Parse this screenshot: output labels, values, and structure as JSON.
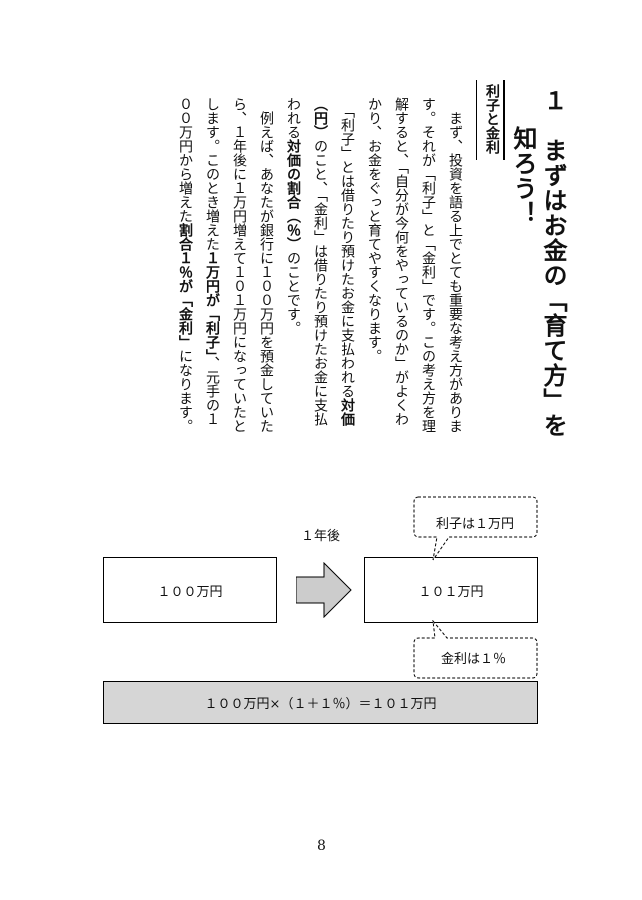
{
  "title": {
    "line1": "１　まずはお金の「育て方」を",
    "line2": "知ろう！"
  },
  "subheading": "利子と金利",
  "body_lines": [
    {
      "parts": [
        {
          "t": "　まず、投資を語る上でとても重要な考え方がありま"
        }
      ]
    },
    {
      "parts": [
        {
          "t": "す。それが「利子」と「金利」です。この考え方を理"
        }
      ]
    },
    {
      "parts": [
        {
          "t": "解すると、「自分が今何をやっているのか」がよくわ"
        }
      ]
    },
    {
      "parts": [
        {
          "t": "かり、お金をぐっと育てやすくなります。"
        }
      ]
    },
    {
      "parts": [
        {
          "t": "　「利子」とは借りたり預けたお金に支払われる"
        },
        {
          "t": "対価",
          "b": true
        }
      ]
    },
    {
      "parts": [
        {
          "t": "（円）",
          "b": true
        },
        {
          "t": "のこと、「金利」は借りたり預けたお金に支払"
        }
      ]
    },
    {
      "parts": [
        {
          "t": "われる"
        },
        {
          "t": "対価の割合（％）",
          "b": true
        },
        {
          "t": "のことです。"
        }
      ]
    },
    {
      "parts": [
        {
          "t": "　例えば、あなたが銀行に１００万円を預金していた"
        }
      ]
    },
    {
      "parts": [
        {
          "t": "ら、１年後に１万円増えて１０１万円になっていたと"
        }
      ]
    },
    {
      "parts": [
        {
          "t": "します。このとき増えた"
        },
        {
          "t": "１万円が「利子」",
          "b": true
        },
        {
          "t": "、元手の１"
        }
      ]
    },
    {
      "parts": [
        {
          "t": "００万円から増えた"
        },
        {
          "t": "割合１％が「金利」",
          "b": true
        },
        {
          "t": "になります。"
        }
      ]
    }
  ],
  "diagram": {
    "after_label": "１年後",
    "left_box": "１００万円",
    "right_box": "１０１万円",
    "callout_top": "利子は１万円",
    "callout_bottom": "金利は１％",
    "formula": "１００万円×（１＋１％）＝１０１万円"
  },
  "page_number": "8"
}
